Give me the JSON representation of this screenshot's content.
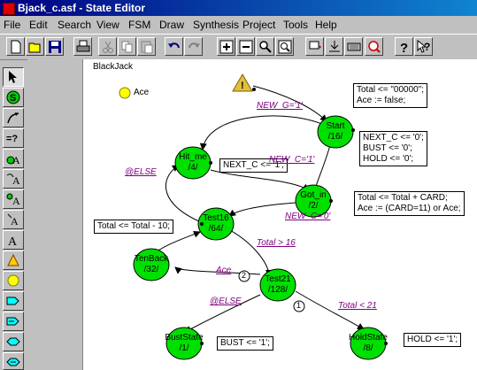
{
  "window": {
    "title": "Bjack_c.asf - State Editor"
  },
  "menu": [
    "File",
    "Edit",
    "Search",
    "View",
    "FSM",
    "Draw",
    "Synthesis",
    "Project",
    "Tools",
    "Help"
  ],
  "toolbar_icons": [
    "new-icon",
    "open-icon",
    "save-icon",
    "print-icon",
    "cut-icon",
    "copy-icon",
    "paste-icon",
    "undo-icon",
    "redo-icon",
    "zoom-in-icon",
    "zoom-out-icon",
    "zoom-icon",
    "zoom-fit-icon",
    "add-state-icon",
    "add-io-icon",
    "generate-hdl-icon",
    "simulate-icon",
    "help-icon",
    "context-help-icon"
  ],
  "palette_icons": [
    "select-arrow-icon",
    "state-icon",
    "transition-icon",
    "condition-icon",
    "action-state-icon",
    "action-transition-icon",
    "action-output-icon",
    "text-icon",
    "reset-icon",
    "input-icon",
    "output-port-icon",
    "inout-port-icon",
    "bidir-port-icon",
    "bus-port-icon"
  ],
  "diagram": {
    "machine_name": "BlackJack",
    "input_label": "Ace",
    "states": [
      {
        "name": "Start",
        "code": "/16/"
      },
      {
        "name": "Hit_me",
        "code": "/4/"
      },
      {
        "name": "Got_in",
        "code": "/2/"
      },
      {
        "name": "Test16",
        "code": "/64/"
      },
      {
        "name": "TenBack",
        "code": "/32/"
      },
      {
        "name": "Test21",
        "code": "/128/"
      },
      {
        "name": "BustState",
        "code": "/1/"
      },
      {
        "name": "HoldState",
        "code": "/8/"
      }
    ],
    "actions": {
      "reset": [
        "Total <= \"00000\";",
        "Ace := false;"
      ],
      "start": [
        "NEXT_C <= '0';",
        "BUST <= '0';",
        "HOLD <= '0';"
      ],
      "hit_me": "NEXT_C <= '1';",
      "got_in": [
        "Total <= Total + CARD;",
        "Ace :=  (CARD=11) or Ace;"
      ],
      "tenback": "Total <= Total - 10;",
      "bust": "BUST <= '1';",
      "hold": "HOLD <= '1';"
    },
    "transitions": {
      "new_g": "NEW_G='1'",
      "new_c1": "NEW_C='1'",
      "new_c0": "NEW_C='0'",
      "else1": "@ELSE",
      "total16": "Total > 16",
      "ace": "Ace",
      "else2": "@ELSE",
      "total21": "Total < 21"
    },
    "priorities": [
      "2",
      "1"
    ]
  }
}
